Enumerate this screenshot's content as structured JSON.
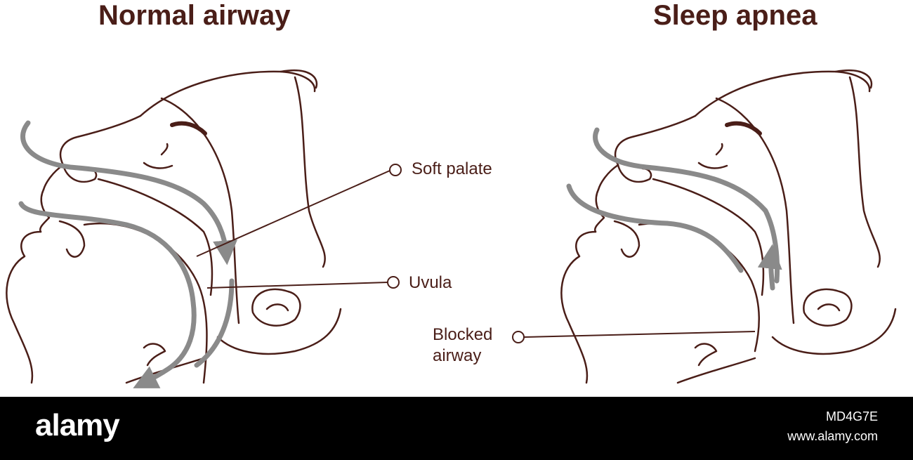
{
  "titles": {
    "left": "Normal airway",
    "right": "Sleep apnea"
  },
  "labels": {
    "soft_palate": "Soft palate",
    "uvula": "Uvula",
    "blocked_line1": "Blocked",
    "blocked_line2": "airway"
  },
  "watermark": {
    "brand": "alamy",
    "image_code": "MD4G7E",
    "url": "www.alamy.com"
  },
  "colors": {
    "line": "#4a1e18",
    "arrow": "#8a8a8a",
    "background": "#ffffff",
    "footer": "#000000"
  }
}
